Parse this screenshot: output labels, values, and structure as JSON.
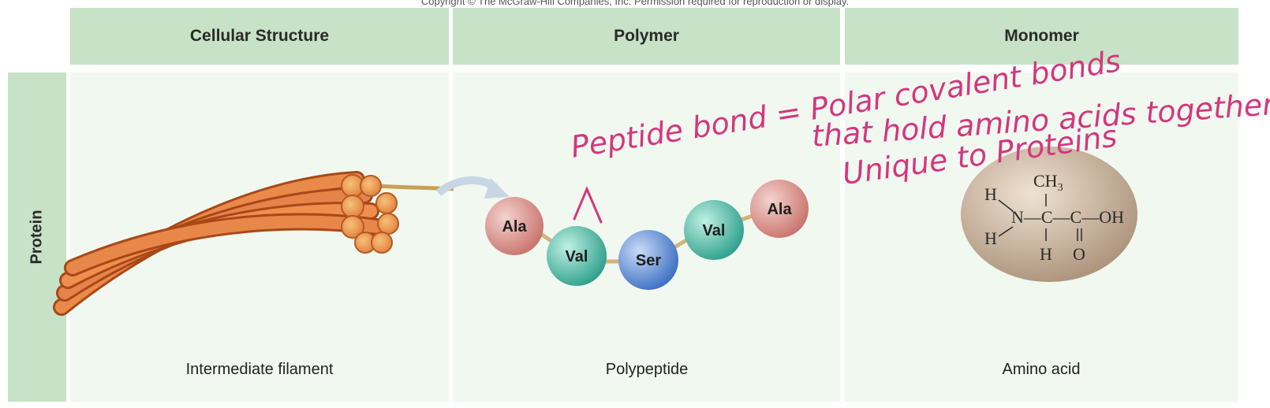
{
  "copyright": "Copyright © The McGraw-Hill Companies, Inc. Permission required for reproduction or display.",
  "columns": [
    "Cellular Structure",
    "Polymer",
    "Monomer"
  ],
  "row_label": "Protein",
  "captions": [
    "Intermediate filament",
    "Polypeptide",
    "Amino acid"
  ],
  "beads": [
    "Ala",
    "Val",
    "Ser",
    "Val",
    "Ala"
  ],
  "amino_acid": {
    "ch3": "CH",
    "ch3_sub": "3",
    "h_top": "H",
    "h_bottom": "H",
    "backbone": "N—C—C—OH",
    "bottom_h": "H",
    "bottom_o": "O"
  },
  "annotation": {
    "line1": "Peptide bond = Polar covalent bonds",
    "line2": "that hold amino acids together",
    "line3": "Unique to Proteins",
    "color": "#d4377e"
  },
  "colors": {
    "header": "#c7e2c6",
    "panel": "#f1f8f0",
    "ala": "#d9958f",
    "val": "#5cc0ae",
    "ser": "#5d8fd6",
    "filament": "#e07a3a"
  }
}
